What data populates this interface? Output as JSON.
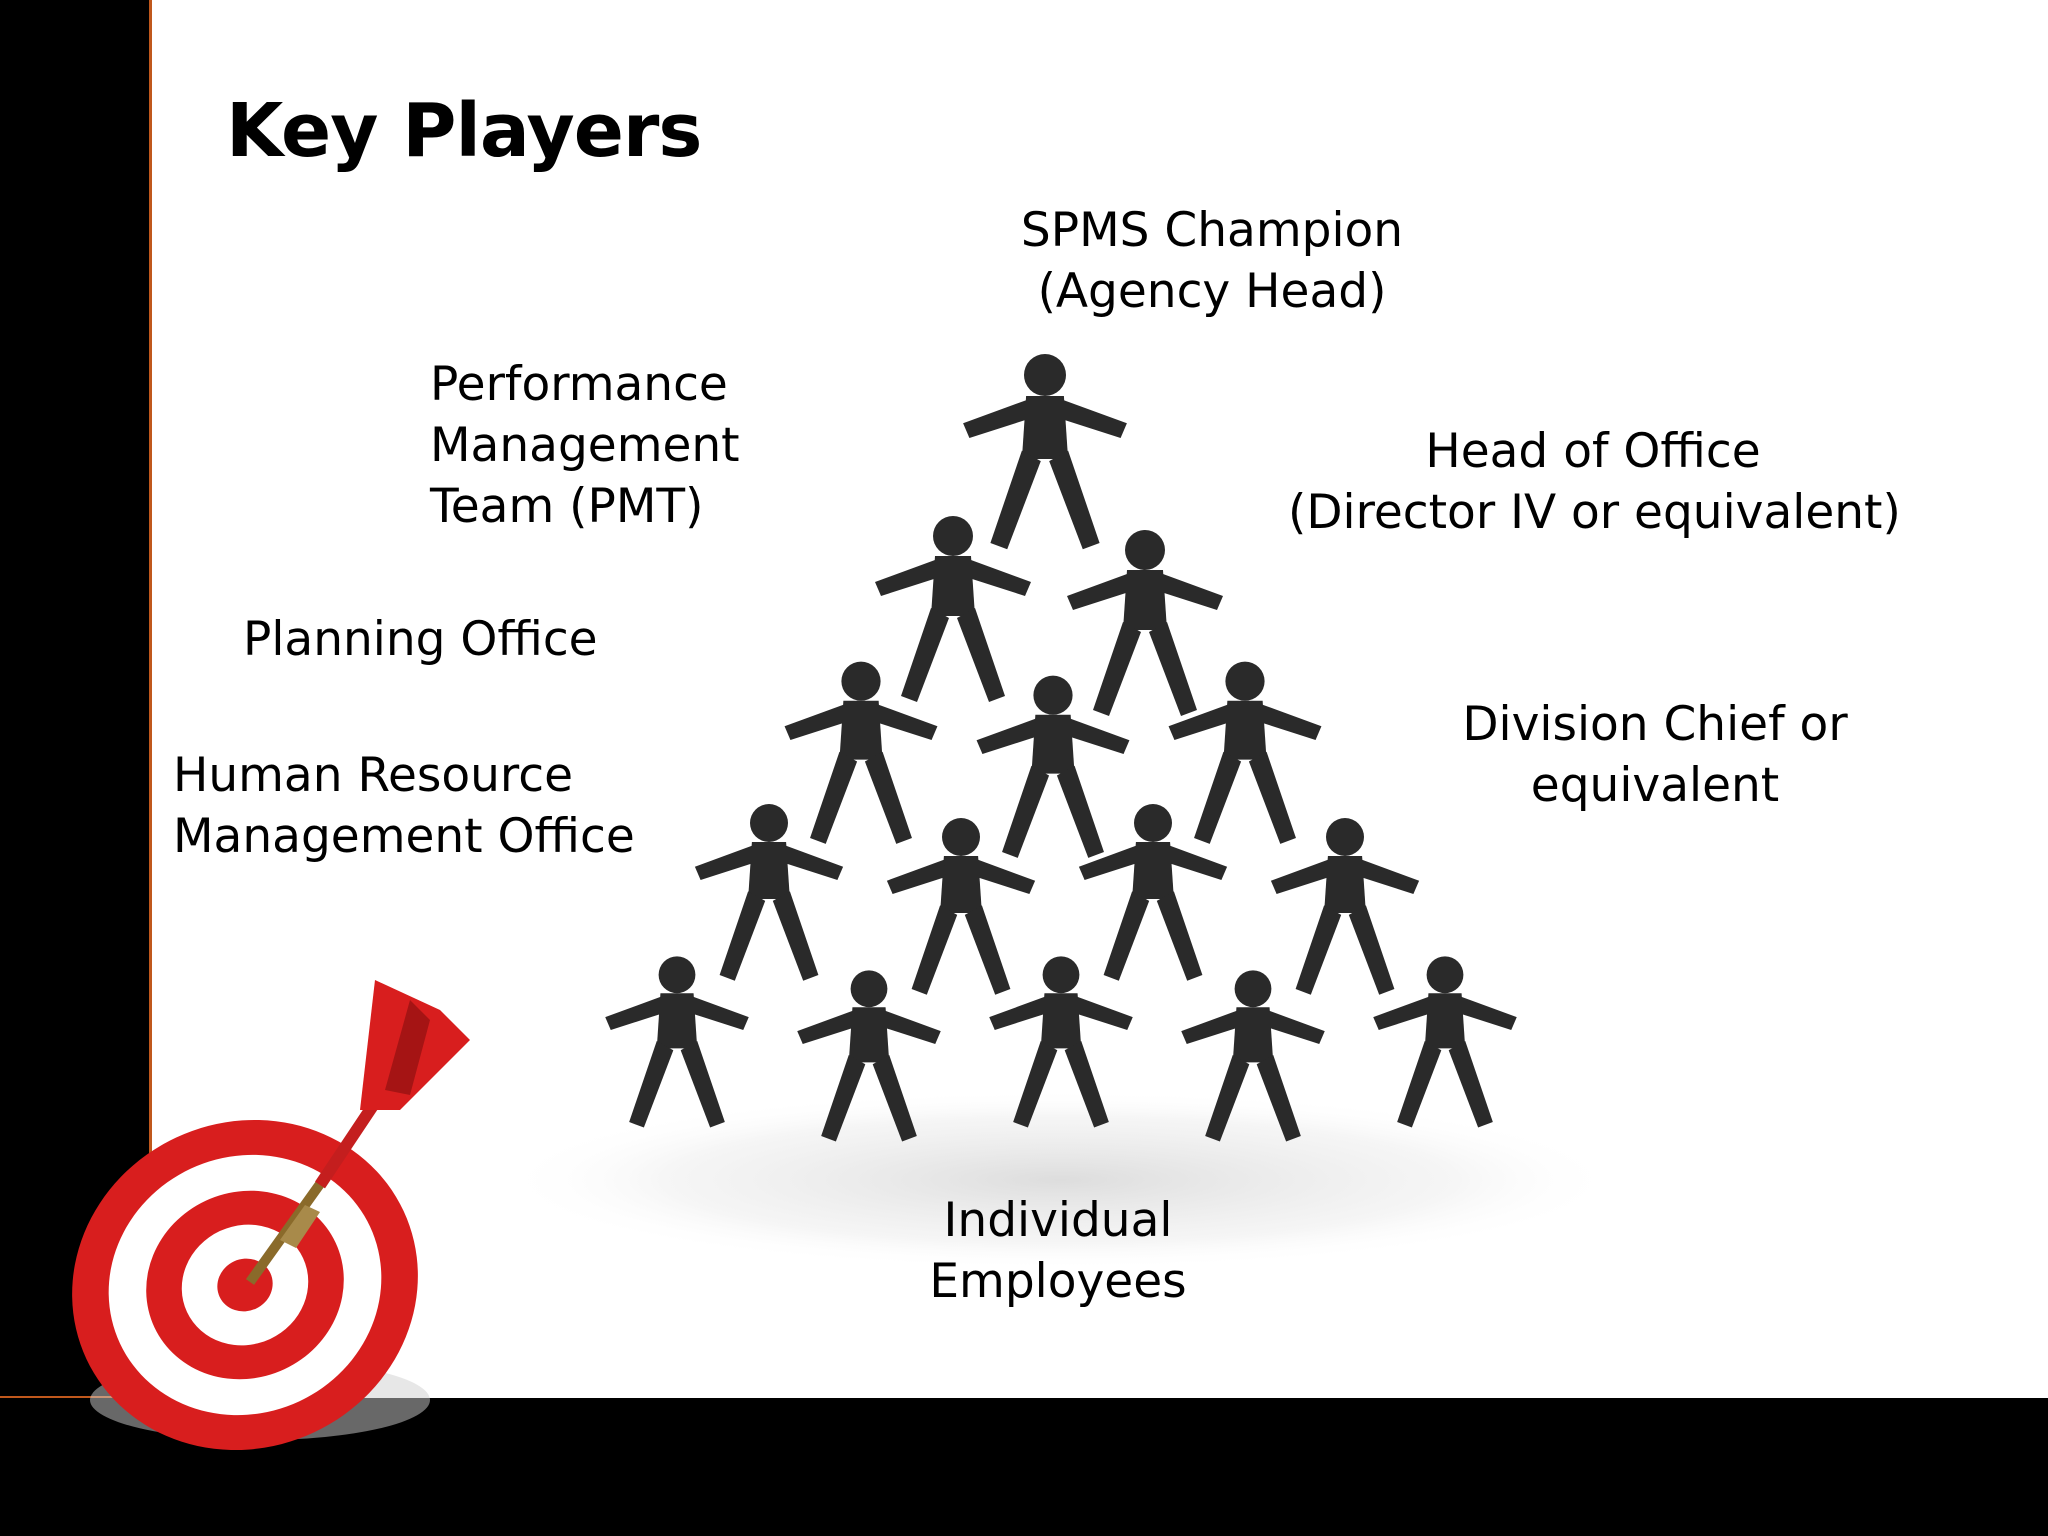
{
  "slide": {
    "title": "Key Players"
  },
  "labels": {
    "spms": [
      "SPMS Champion",
      "(Agency Head)"
    ],
    "pmt": [
      "Performance",
      "Management",
      "Team (PMT)"
    ],
    "head_of_office": [
      "Head of Office",
      "(Director IV or equivalent)"
    ],
    "planning": [
      "Planning Office"
    ],
    "division_chief": [
      "Division Chief or",
      "equivalent"
    ],
    "hrmo": [
      "Human Resource",
      "Management Office"
    ],
    "individual": [
      "Individual",
      "Employees"
    ]
  },
  "pyramid": {
    "rows": [
      1,
      2,
      3,
      4,
      5
    ],
    "figure_color": "#2a2a2a"
  },
  "colors": {
    "frame": "#000000",
    "frame_accent": "#c0581c",
    "target_red": "#d81e1e",
    "target_white": "#ffffff"
  },
  "icons": {
    "dart": "dart-icon",
    "target": "target-icon"
  }
}
